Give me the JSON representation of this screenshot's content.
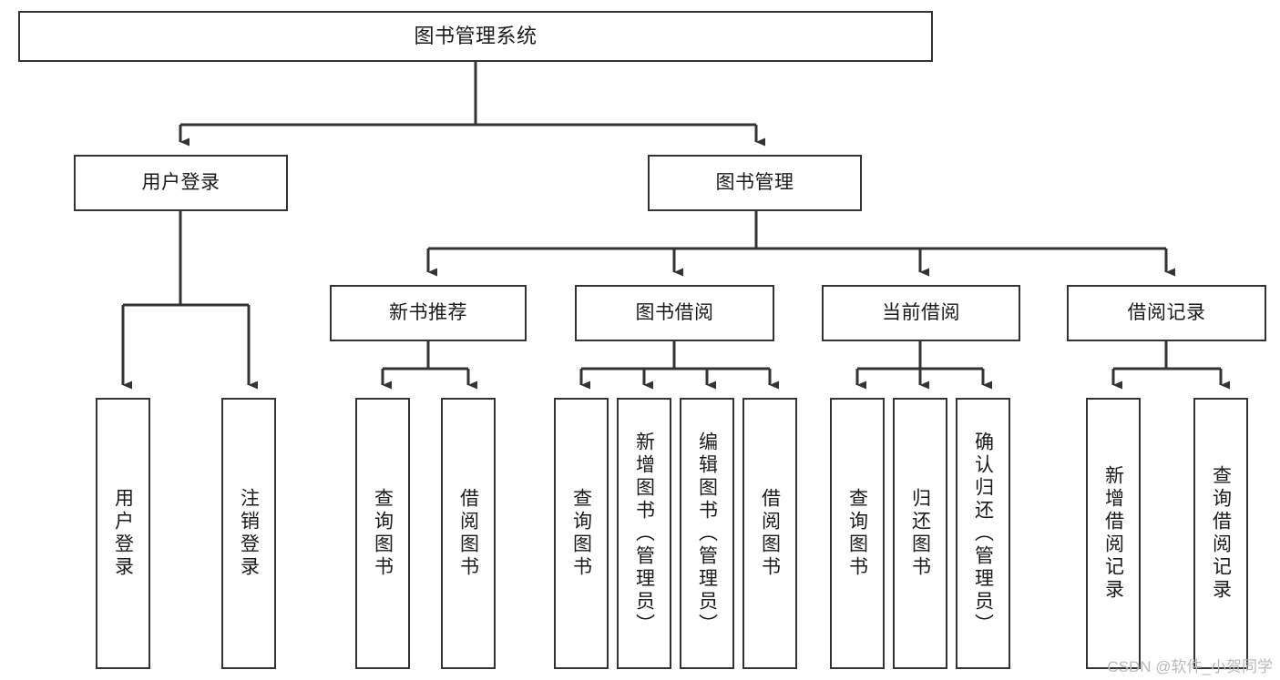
{
  "diagram": {
    "type": "tree-hierarchy",
    "title": "图书管理系统",
    "watermark": "CSDN @软件_小贺同学",
    "colors": {
      "box_border": "#333333",
      "box_fill": "#ffffff",
      "connector": "#333333",
      "text": "#1a1a1a",
      "watermark": "#b9b9b9"
    },
    "nodes": {
      "root": {
        "label": "图书管理系统",
        "level": 1,
        "orientation": "horizontal"
      },
      "l2": [
        {
          "id": "user-login",
          "label": "用户登录",
          "level": 2,
          "orientation": "horizontal"
        },
        {
          "id": "book-manage",
          "label": "图书管理",
          "level": 2,
          "orientation": "horizontal"
        }
      ],
      "l3": [
        {
          "id": "new-book-rec",
          "label": "新书推荐",
          "level": 3,
          "orientation": "horizontal"
        },
        {
          "id": "book-borrow",
          "label": "图书借阅",
          "level": 3,
          "orientation": "horizontal"
        },
        {
          "id": "current-borrow",
          "label": "当前借阅",
          "level": 3,
          "orientation": "horizontal"
        },
        {
          "id": "borrow-record",
          "label": "借阅记录",
          "level": 3,
          "orientation": "horizontal"
        }
      ],
      "leaves": [
        {
          "id": "leaf-user-login",
          "label": "用户登录",
          "parent": "user-login",
          "orientation": "vertical"
        },
        {
          "id": "leaf-user-logout",
          "label": "注销登录",
          "parent": "user-login",
          "orientation": "vertical"
        },
        {
          "id": "leaf-query-book-1",
          "label": "查询图书",
          "parent": "new-book-rec",
          "orientation": "vertical"
        },
        {
          "id": "leaf-borrow-book-1",
          "label": "借阅图书",
          "parent": "new-book-rec",
          "orientation": "vertical"
        },
        {
          "id": "leaf-query-book-2",
          "label": "查询图书",
          "parent": "book-borrow",
          "orientation": "vertical"
        },
        {
          "id": "leaf-add-book",
          "label": "新增图书（管理员）",
          "parent": "book-borrow",
          "orientation": "vertical"
        },
        {
          "id": "leaf-edit-book",
          "label": "编辑图书（管理员）",
          "parent": "book-borrow",
          "orientation": "vertical"
        },
        {
          "id": "leaf-borrow-book-2",
          "label": "借阅图书",
          "parent": "book-borrow",
          "orientation": "vertical"
        },
        {
          "id": "leaf-query-book-3",
          "label": "查询图书",
          "parent": "current-borrow",
          "orientation": "vertical"
        },
        {
          "id": "leaf-return-book",
          "label": "归还图书",
          "parent": "current-borrow",
          "orientation": "vertical"
        },
        {
          "id": "leaf-confirm-return",
          "label": "确认归还（管理员）",
          "parent": "current-borrow",
          "orientation": "vertical"
        },
        {
          "id": "leaf-add-record",
          "label": "新增借阅记录",
          "parent": "borrow-record",
          "orientation": "vertical"
        },
        {
          "id": "leaf-query-record",
          "label": "查询借阅记录",
          "parent": "borrow-record",
          "orientation": "vertical"
        }
      ]
    }
  }
}
